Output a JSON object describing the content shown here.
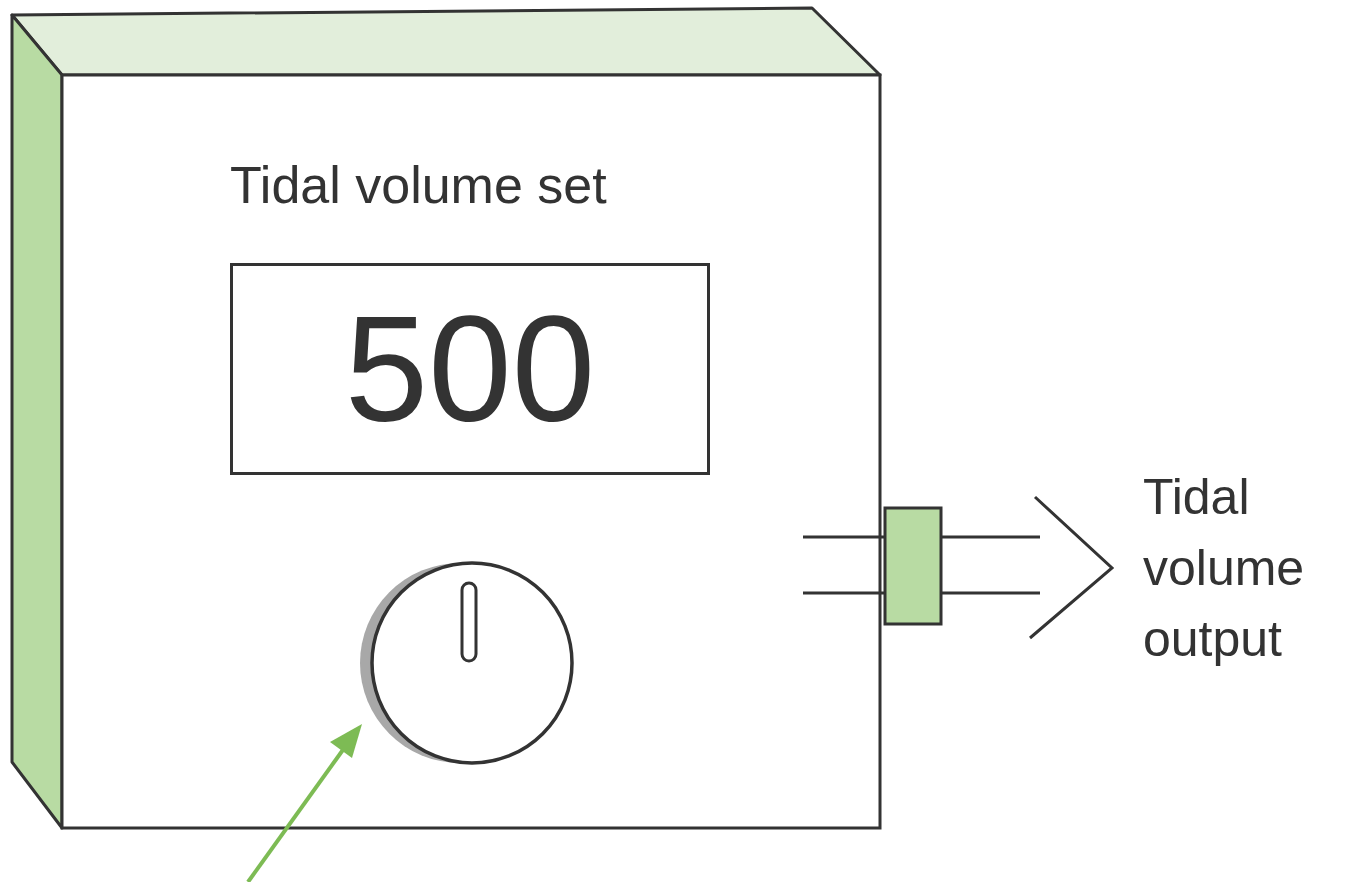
{
  "diagram": {
    "nodes": [
      {
        "text": [
          "Tidal volume set"
        ]
      },
      {
        "text": [
          "500"
        ],
        "in": 0
      }
    ],
    "labels": [
      "Tidal volume output"
    ]
  }
}
